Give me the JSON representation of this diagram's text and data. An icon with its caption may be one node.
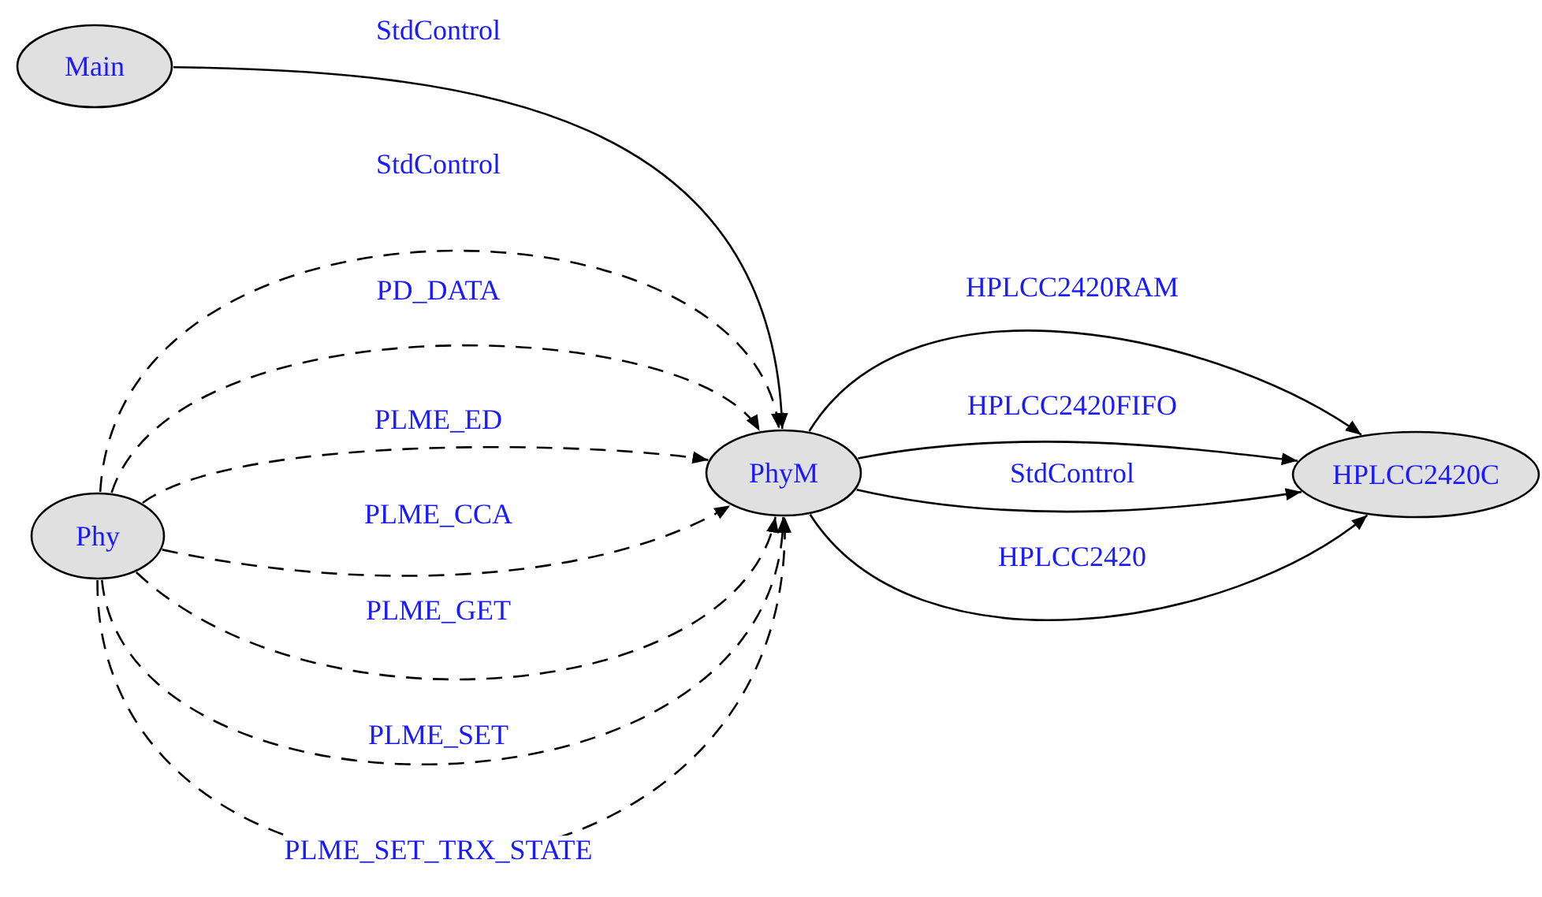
{
  "diagram": {
    "nodes": [
      {
        "text": [
          "Main"
        ]
      },
      {
        "text": [
          "Phy"
        ]
      },
      {
        "text": [
          "PhyM"
        ]
      },
      {
        "text": [
          "HPLCC2420C"
        ]
      }
    ],
    "edges": [
      {
        "from": 0,
        "to": 2,
        "arrow": "to",
        "label": "StdControl"
      },
      {
        "from": 1,
        "to": 2,
        "arrow": "to",
        "label": "StdControl",
        "style": "dashed"
      },
      {
        "from": 1,
        "to": 2,
        "arrow": "to",
        "label": "PD_DATA",
        "style": "dashed"
      },
      {
        "from": 1,
        "to": 2,
        "arrow": "to",
        "label": "PLME_ED",
        "style": "dashed"
      },
      {
        "from": 1,
        "to": 2,
        "arrow": "to",
        "label": "PLME_CCA",
        "style": "dashed"
      },
      {
        "from": 1,
        "to": 2,
        "arrow": "to",
        "label": "PLME_GET",
        "style": "dashed"
      },
      {
        "from": 1,
        "to": 2,
        "arrow": "to",
        "label": "PLME_SET",
        "style": "dashed"
      },
      {
        "from": 1,
        "to": 2,
        "arrow": "to",
        "label": "PLME_SET_TRX_STATE",
        "style": "dashed"
      },
      {
        "from": 2,
        "to": 3,
        "arrow": "to",
        "label": "HPLCC2420RAM"
      },
      {
        "from": 2,
        "to": 3,
        "arrow": "to",
        "label": "HPLCC2420FIFO"
      },
      {
        "from": 2,
        "to": 3,
        "arrow": "to",
        "label": "StdControl"
      },
      {
        "from": 2,
        "to": 3,
        "arrow": "to",
        "label": "HPLCC2420"
      }
    ]
  }
}
